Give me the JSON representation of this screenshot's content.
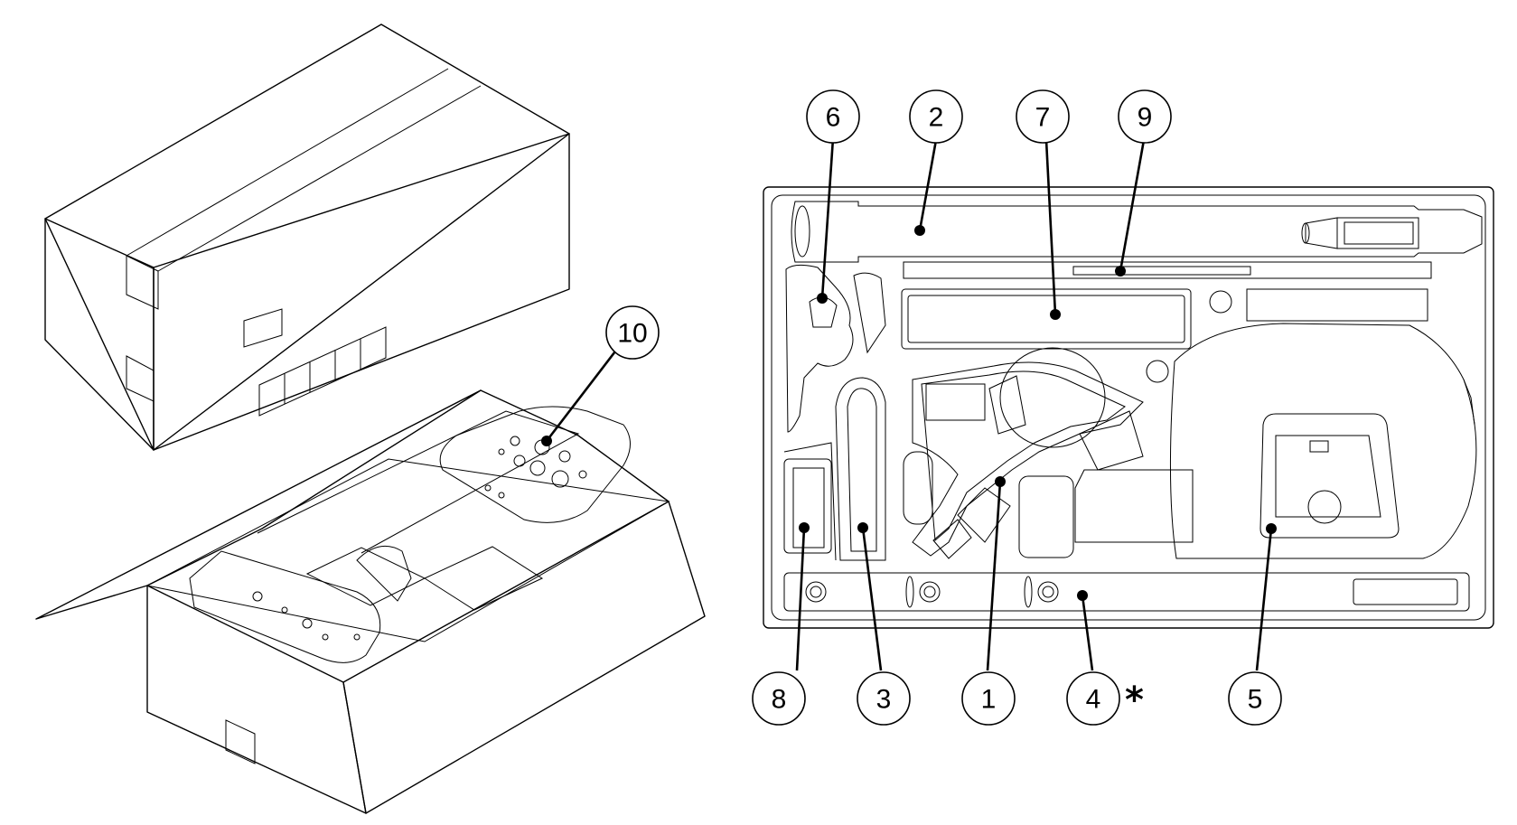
{
  "callouts": {
    "c1": "1",
    "c2": "2",
    "c3": "3",
    "c4": "4",
    "c5": "5",
    "c6": "6",
    "c7": "7",
    "c8": "8",
    "c9": "9",
    "c10": "10"
  },
  "note_marker": "*"
}
